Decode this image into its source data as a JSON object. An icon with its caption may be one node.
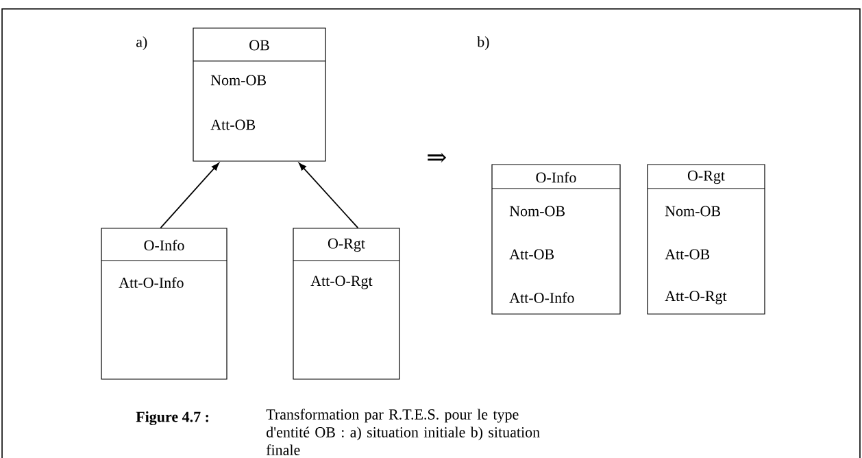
{
  "diagram": {
    "caption": "Transformation par R.T.E.S. pour le type d'entité OB : a) situation initiale b) situation finale",
    "nodes": [
      {
        "text": [
          "OB",
          "Nom-OB",
          "Att-OB"
        ]
      },
      {
        "text": [
          "O-Info",
          "Att-O-Info"
        ]
      },
      {
        "text": [
          "O-Rgt",
          "Att-O-Rgt"
        ]
      },
      {
        "text": [
          "O-Info",
          "Nom-OB",
          "Att-OB",
          "Att-O-Info"
        ]
      },
      {
        "text": [
          "O-Rgt",
          "Nom-OB",
          "Att-OB",
          "Att-O-Rgt"
        ]
      }
    ],
    "edges": [
      {
        "from": 1,
        "to": 0,
        "arrow": "to"
      },
      {
        "from": 2,
        "to": 0,
        "arrow": "to"
      }
    ],
    "labels": [
      "a)",
      "b)",
      "⇒",
      "Figure 4.7 :"
    ]
  }
}
